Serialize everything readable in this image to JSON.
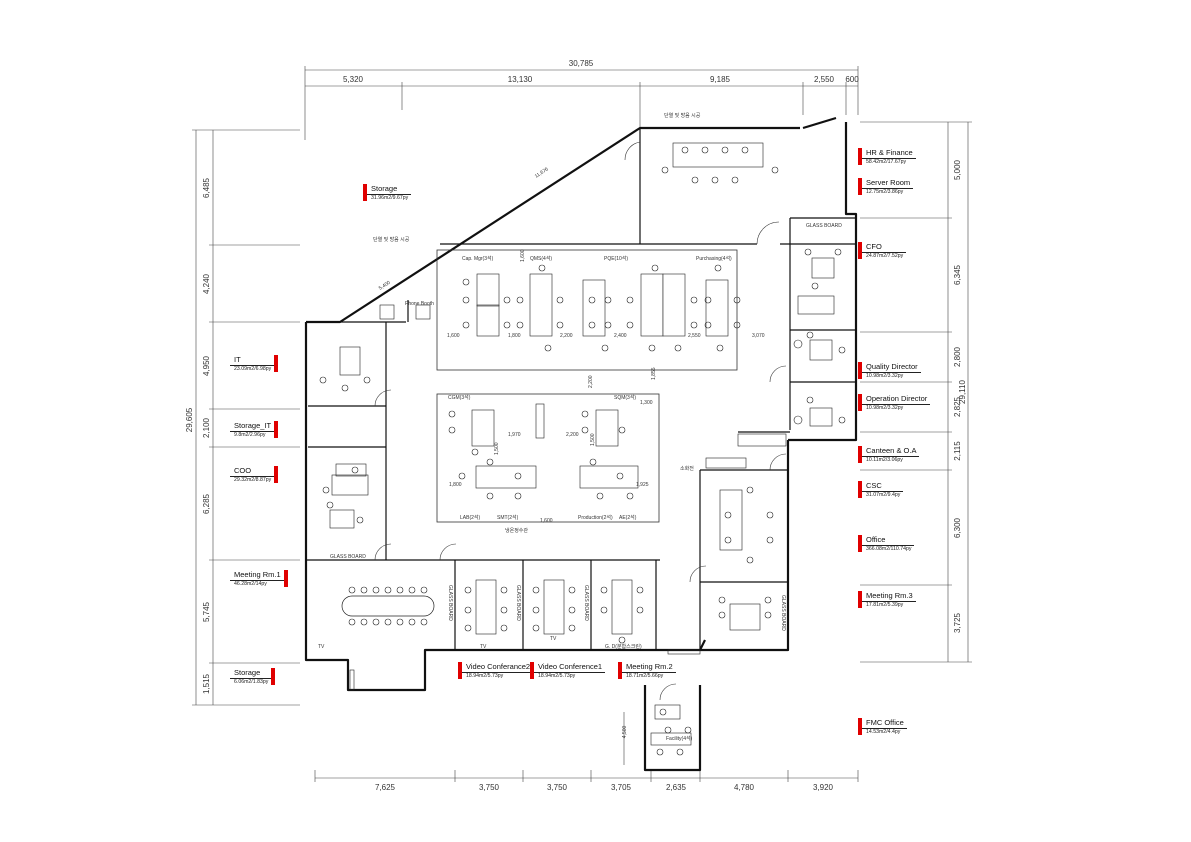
{
  "dimensions": {
    "top_total": "30,785",
    "top": [
      "5,320",
      "13,130",
      "9,185",
      "2,550",
      "600"
    ],
    "bottom": [
      "7,625",
      "3,750",
      "3,750",
      "3,705",
      "2,635",
      "4,780",
      "3,920"
    ],
    "left_total": "29,605",
    "left": [
      "6,485",
      "4,240",
      "4,950",
      "2,100",
      "6,285",
      "5,745",
      "1,515"
    ],
    "right_total": "29,110",
    "right": [
      "5,000",
      "6,345",
      "2,800",
      "2,825",
      "2,115",
      "6,300",
      "3,725"
    ]
  },
  "rooms": [
    {
      "name": "HR & Finance",
      "area": "58.42m2/17.67py"
    },
    {
      "name": "Server Room",
      "area": "12.75m2/3.86py"
    },
    {
      "name": "CFO",
      "area": "24.87m2/7.52py"
    },
    {
      "name": "Quality Director",
      "area": "10.98m2/3.32py"
    },
    {
      "name": "Operation Director",
      "area": "10.98m2/3.32py"
    },
    {
      "name": "Canteen & O.A",
      "area": "10.11m2/3.06py"
    },
    {
      "name": "CSC",
      "area": "31.07m2/9.4py"
    },
    {
      "name": "Office",
      "area": "366.08m2/110.74py"
    },
    {
      "name": "Meeting Rm.3",
      "area": "17.81m2/5.39py"
    },
    {
      "name": "FMC Office",
      "area": "14.53m2/4.4py"
    },
    {
      "name": "Storage",
      "area": "31.96m2/9.67py"
    },
    {
      "name": "IT",
      "area": "23.09m2/6.98py"
    },
    {
      "name": "Storage_IT",
      "area": "9.8m2/2.96py"
    },
    {
      "name": "COO",
      "area": "29.32m2/8.87py"
    },
    {
      "name": "Meeting Rm.1",
      "area": "46.28m2/14py"
    },
    {
      "name": "Storage",
      "area": "6.06m2/1.83py"
    },
    {
      "name": "Video Conferance2",
      "area": "18.94m2/5.73py"
    },
    {
      "name": "Video Conference1",
      "area": "18.94m2/5.73py"
    },
    {
      "name": "Meeting Rm.2",
      "area": "18.71m2/5.66py"
    }
  ],
  "plan_notes": {
    "note_top": "단열 및 방음 시공",
    "note_mid": "단열 및 방음 시공",
    "diag_long": "11,676",
    "diag_short": "5,400",
    "phone_booth": "Phone Booth",
    "glass_board_cfo": "GLASS BOARD",
    "glass_board_rm1": "GLASS BOARD",
    "glass_board_v2": "GLASS BOARD",
    "glass_board_v1": "GLASS BOARD",
    "glass_board_m2": "GLASS BOARD",
    "glass_board_m3": "GLASS BOARD",
    "glass_board_bottom": "G. D(분합스크린)",
    "tv_1": "TV",
    "tv_2": "TV",
    "tv_3": "TV",
    "fire_hydrant": "소화전",
    "heater": "냉온정수관",
    "facility": "Facility(4석)",
    "fmc_dim": "4,500"
  },
  "teams": [
    {
      "label": "Cap. Mgr(3석)"
    },
    {
      "label": "QMS(4석)"
    },
    {
      "label": "PQE(10석)"
    },
    {
      "label": "Purchasing(4석)"
    },
    {
      "label": "CGM(3석)"
    },
    {
      "label": "SQM(3석)"
    },
    {
      "label": "LAB(2석)"
    },
    {
      "label": "SMT(2석)"
    },
    {
      "label": "Production(2석)"
    },
    {
      "label": "AE(2석)"
    }
  ],
  "aisle_dims": [
    "1,600",
    "1,800",
    "2,200",
    "2,400",
    "2,550",
    "3,070",
    "1,970",
    "2,200",
    "1,800",
    "1,925",
    "1,600",
    "1,855",
    "1,300",
    "1,500",
    "1,600",
    "1,500",
    "2,200"
  ]
}
